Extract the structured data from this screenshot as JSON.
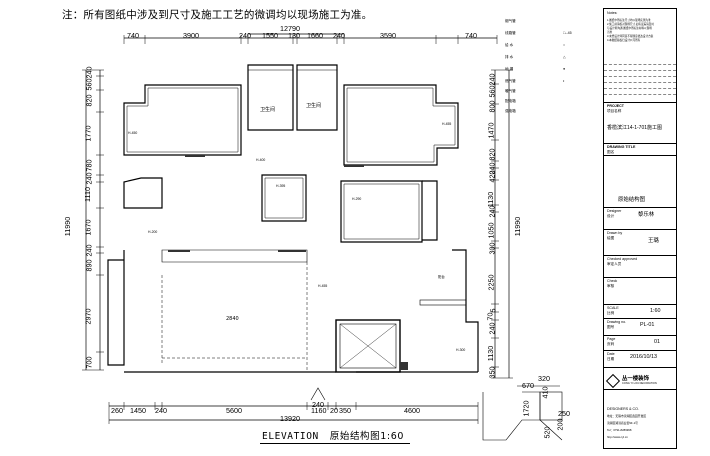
{
  "note": "注：所有图纸中涉及到尺寸及施工工艺的微调均以现场施工为准。",
  "title": {
    "en": "ELEVATION",
    "cn": "原始结构图1:60"
  },
  "dims": {
    "top_total": "12790",
    "top": [
      "740",
      "3900",
      "240",
      "1550",
      "130",
      "1660",
      "240",
      "3590",
      "740"
    ],
    "bottom_total": "13920",
    "bottom": [
      "260",
      "1450",
      "240",
      "5600",
      "1160",
      "20",
      "240",
      "350",
      "4600"
    ],
    "left_total": "11990",
    "left": [
      "240",
      "560",
      "820",
      "1770",
      "780",
      "240",
      "1110",
      "1670",
      "240",
      "890",
      "2970",
      "700"
    ],
    "right_total": "11990",
    "right": [
      "240",
      "560",
      "800",
      "1470",
      "820",
      "240",
      "420",
      "1130",
      "240",
      "1050",
      "300",
      "2250",
      "5",
      "70",
      "240",
      "1130",
      "350"
    ],
    "small_top": [
      "320",
      "670",
      "410"
    ],
    "small_left": [
      "1720",
      "520"
    ],
    "small_bottom": [
      "250",
      "200"
    ]
  },
  "rooms": {
    "toilet_left": "卫生间",
    "toilet_right": "卫生间",
    "height_tag": "2840",
    "tags": [
      "H-450",
      "H-455",
      "H-400",
      "H-395",
      "H-290",
      "H-200",
      "H-455",
      "H-300"
    ],
    "balcony": "阳台"
  },
  "legend": {
    "header": "Notes:",
    "items": [
      "烟气管",
      "线路管",
      "给 水",
      "排 水",
      "地 漏",
      "燃气管",
      "暖气管",
      "配电箱",
      "强电箱"
    ],
    "spec": [
      "□--45",
      "○",
      "△",
      "●",
      "◐"
    ],
    "notes_text": [
      "1.图纸中所标注尺寸均以现场实测为准",
      "2.施工前请核对现场尺寸,如有误差请及时",
      "与设计师沟通,图纸中所标注材料以现场",
      "为准",
      "3.未经设计师同意不得随意更改设计方案",
      "4.本图纸版权归设计公司所有"
    ]
  },
  "title_block": {
    "project_en": "PROJECT",
    "project_cn": "项目名称",
    "project": "香榄滨江14-1-701施工图",
    "drawing_title_en": "DRAWING TITLE",
    "drawing_title_cn": "图名",
    "drawing_title": "原始结构图",
    "designer_en": "Designer",
    "designer_cn": "设计",
    "designer": "黎乐林",
    "drawn_en": "Drawn by",
    "drawn_cn": "绘图",
    "drawn": "王璐",
    "checked_en": "Checked approved",
    "checked_cn": "审定人员",
    "check_en": "Check",
    "check_cn": "审核",
    "scale_en": "SCALE",
    "scale_cn": "比例",
    "scale": "1:60",
    "drawing_no_en": "Drawing no.",
    "drawing_no_cn": "图号",
    "drawing_no": "PL-01",
    "page_en": "Page",
    "page_cn": "页码",
    "page": "01",
    "date_en": "Date",
    "date_cn": "日期",
    "date": "2016/10/13",
    "company": "丛一楼装饰",
    "company_sub": "CONG YI LOU DECORATION",
    "company_en": "DESIGNERS & CO.",
    "address": [
      "地址：无锡市滨湖区蠡园开发区",
      "滨湖区湖滨商业街9F-1号",
      "Tel：0791-8289998",
      "http://www.cyl.cn"
    ]
  },
  "colors": {
    "ink": "#000000",
    "stair_hatch": "#333333"
  }
}
